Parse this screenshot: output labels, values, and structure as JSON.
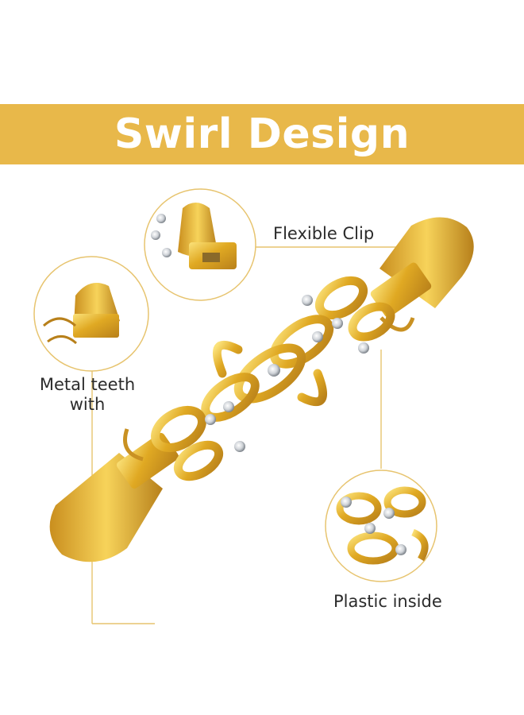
{
  "banner": {
    "title": "Swirl Design",
    "color": "#e8b84a"
  },
  "callouts": {
    "flexible_clip": "Flexible Clip",
    "metal_teeth_line1": "Metal teeth",
    "metal_teeth_line2": "with",
    "plastic_inside": "Plastic inside"
  },
  "product": {
    "name": "gold swirl rhinestone clip",
    "accent_color": "#d9a62a"
  }
}
